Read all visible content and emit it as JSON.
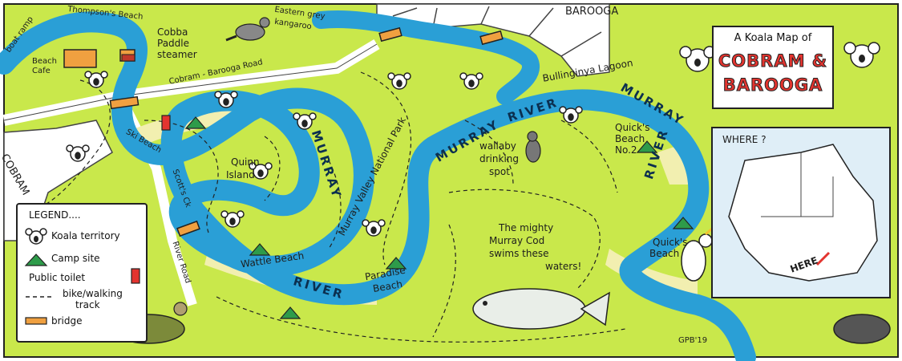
{
  "title": {
    "line1": "A Koala Map of",
    "line2": "COBRAM &",
    "line3": "BAROOGA"
  },
  "towns": {
    "cobram": "COBRAM",
    "barooga": "BAROOGA"
  },
  "places": {
    "thompsons_beach": "Thompson's Beach",
    "boat_ramp": "boat ramp",
    "beach_cafe_1": "Beach",
    "beach_cafe_2": "Cafe",
    "cobba_1": "Cobba",
    "cobba_2": "Paddle",
    "cobba_3": "steamer",
    "cobram_barooga_road": "Cobram - Barooga Road",
    "ski_beach": "Ski Beach",
    "scotts_ck": "Scott's Ck",
    "river_road": "River Road",
    "quinn_1": "Quinn",
    "quinn_2": "Island",
    "wattle_beach": "Wattle Beach",
    "paradise_1": "Paradise",
    "paradise_2": "Beach",
    "national_park": "Murray Valley National Park",
    "bullinginya": "Bullinginya Lagoon",
    "quicks2_1": "Quick's",
    "quicks2_2": "Beach",
    "quicks2_3": "No.2",
    "quicks_1": "Quick's",
    "quicks_2": "Beach",
    "wallaby_1": "wallaby",
    "wallaby_2": "drinking",
    "wallaby_3": "spot",
    "kangaroo_1": "Eastern grey",
    "kangaroo_2": "kangaroo",
    "cod_1": "The mighty",
    "cod_2": "Murray Cod",
    "cod_3": "swims these",
    "cod_4": "waters!",
    "signature": "GPB'19"
  },
  "river_labels": {
    "murray": "MURRAY",
    "river": "RIVER"
  },
  "legend": {
    "title": "LEGEND....",
    "koala": "Koala territory",
    "camp": "Camp site",
    "toilet": "Public toilet",
    "track_1": "bike/walking",
    "track_2": "track",
    "bridge": "bridge"
  },
  "inset": {
    "where": "WHERE ?",
    "here": "HERE"
  },
  "colors": {
    "land": "#c9e84b",
    "river": "#2a9fd6",
    "beach": "#f2efb0",
    "road": "#ffffff",
    "bridge": "#f0a040",
    "accent_red": "#e3342f",
    "ink": "#222222"
  },
  "icons": [
    "koala-icon",
    "camp-tent-icon",
    "toilet-icon",
    "bridge-icon",
    "kangaroo-icon",
    "wallaby-icon",
    "murray-cod-icon",
    "turtle-icon",
    "cockatoo-icon",
    "echidna-icon",
    "paddle-steamer-icon",
    "compass-arrow-icon"
  ]
}
